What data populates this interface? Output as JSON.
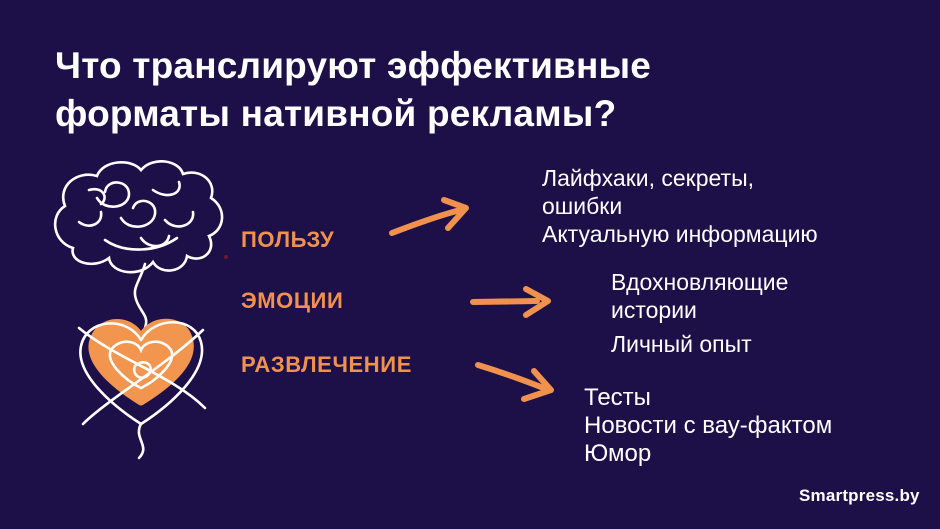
{
  "slide": {
    "title": "Что транслируют эффективные форматы нативной рекламы?",
    "colors": {
      "background": "#1d1049",
      "accent_orange": "#f0914e",
      "heart_fill": "#f2954f",
      "text": "#ffffff",
      "doodle_line": "#ffffff",
      "tiny_dot": "#6e1a2a"
    }
  },
  "icons": {
    "illustration": "brain-heart-doodle",
    "arrow": "hand-drawn-arrow-right"
  },
  "groups": [
    {
      "label": "ПОЛЬЗУ",
      "lines": [
        "Лайфхаки, секреты,",
        "ошибки",
        "Актуальную информацию"
      ]
    },
    {
      "label": "ЭМОЦИИ",
      "lines": [
        "Вдохновляющие",
        "истории",
        "Личный опыт"
      ]
    },
    {
      "label": "РАЗВЛЕЧЕНИЕ",
      "lines": [
        "Тесты",
        "Новости с вау-фактом",
        "Юмор"
      ]
    }
  ],
  "footer": {
    "logo": "Smartpress.by"
  }
}
